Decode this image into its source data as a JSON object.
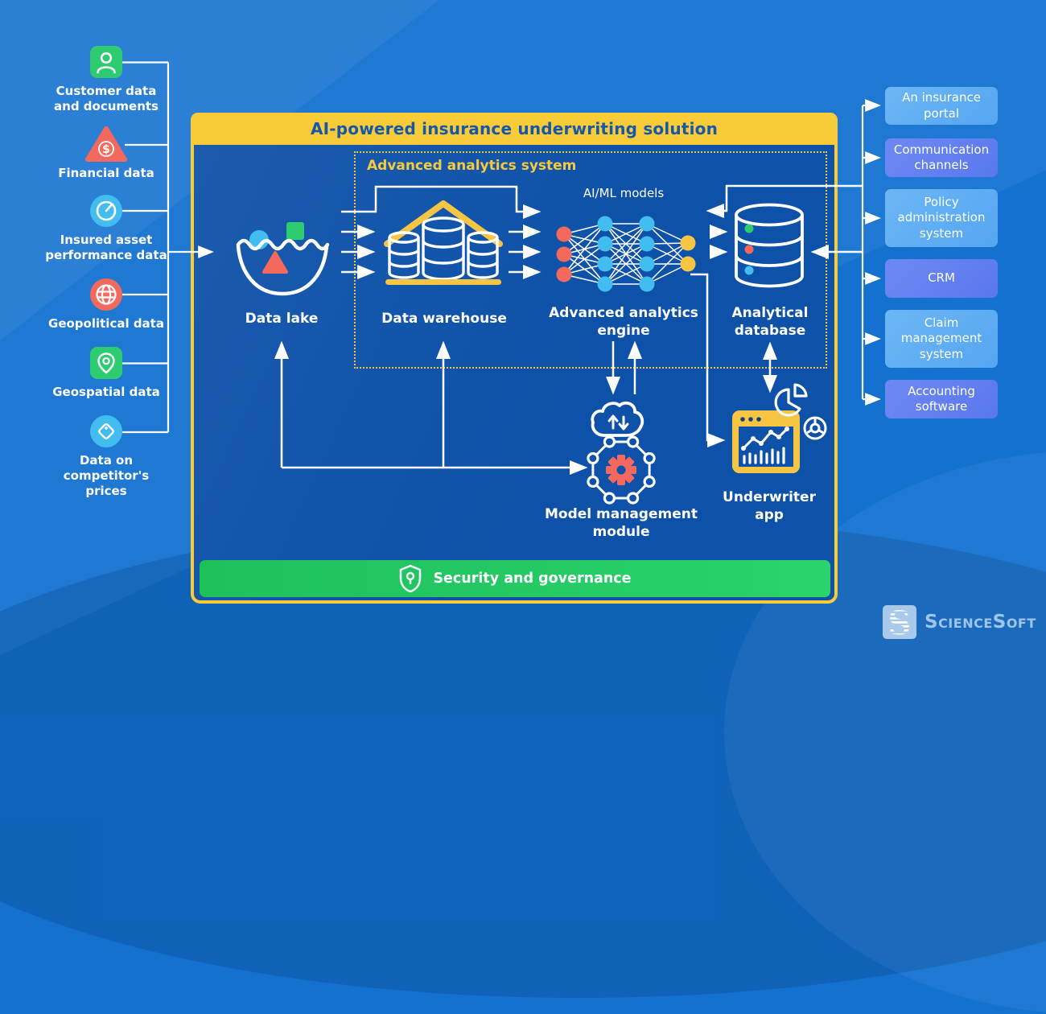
{
  "header": {
    "title": "AI-powered insurance underwriting solution"
  },
  "analytics_box": {
    "label": "Advanced analytics system",
    "aiml_label": "AI/ML models"
  },
  "components": {
    "data_lake": "Data lake",
    "data_warehouse": "Data warehouse",
    "analytics_engine": "Advanced analytics engine",
    "analytical_database": "Analytical database",
    "model_management": "Model management module",
    "underwriter_app": "Underwriter app"
  },
  "security": {
    "label": "Security and governance"
  },
  "sources": {
    "items": [
      {
        "label": "Customer data and documents",
        "icon": "user-icon"
      },
      {
        "label": "Financial data",
        "icon": "dollar-triangle-icon"
      },
      {
        "label": "Insured asset performance data",
        "icon": "gauge-icon"
      },
      {
        "label": "Geopolitical data",
        "icon": "globe-icon"
      },
      {
        "label": "Geospatial data",
        "icon": "location-pin-icon"
      },
      {
        "label": "Data on competitor's prices",
        "icon": "price-tag-icon"
      }
    ]
  },
  "integrations": {
    "items": [
      {
        "label": "An insurance portal"
      },
      {
        "label": "Communication channels"
      },
      {
        "label": "Policy administration system"
      },
      {
        "label": "CRM"
      },
      {
        "label": "Claim management system"
      },
      {
        "label": "Accounting software"
      }
    ]
  },
  "logo": {
    "text": "ScienceSoft"
  },
  "colors": {
    "accent_yellow": "#f9cb38",
    "box_blue": "#0d51a8",
    "background_blue": "#1471d0",
    "green": "#2ecc71",
    "red": "#f4695e",
    "light_blue": "#41bdf0",
    "node_yellow": "#f6c544",
    "integration_light": "#55a6f1",
    "integration_indigo": "#5a77ee",
    "security_green": "#22c962"
  }
}
